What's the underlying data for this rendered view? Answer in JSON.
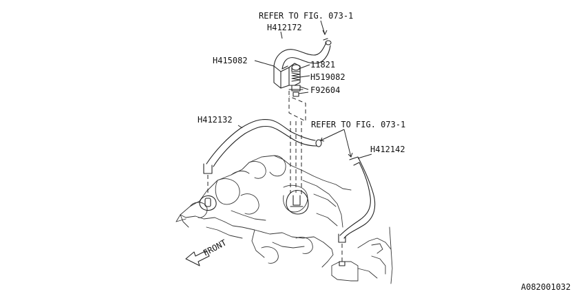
{
  "labels": {
    "refer_top": "REFER TO FIG. 073-1",
    "refer_mid": "REFER TO FIG. 073-1",
    "h412172": "H412172",
    "h415082": "H415082",
    "p11821": "11821",
    "h519082": "H519082",
    "f92604": "F92604",
    "h412132": "H412132",
    "h412142": "H412142",
    "front": "FRONT",
    "figure_id": "A082001032"
  },
  "colors": {
    "ink": "#222222",
    "background": "#ffffff"
  }
}
